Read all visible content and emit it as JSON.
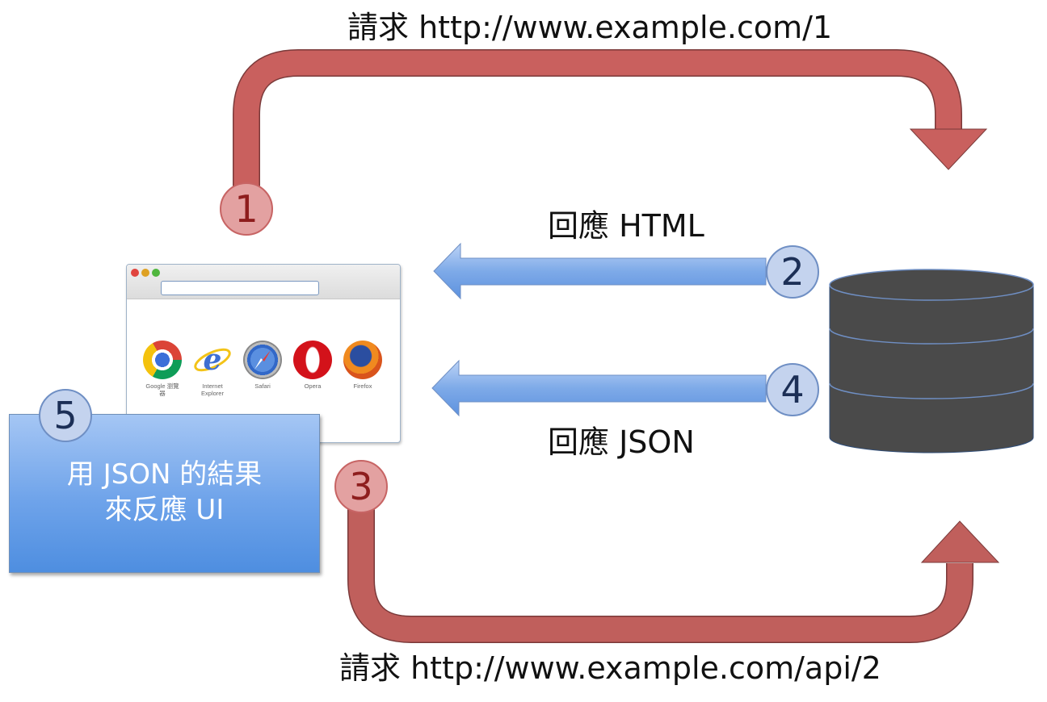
{
  "steps": {
    "step1": {
      "number": "1",
      "label": "請求 http://www.example.com/1"
    },
    "step2": {
      "number": "2",
      "label": "回應 HTML"
    },
    "step3": {
      "number": "3",
      "label": "請求 http://www.example.com/api/2"
    },
    "step4": {
      "number": "4",
      "label": "回應 JSON"
    },
    "step5": {
      "number": "5",
      "label_line1": "用 JSON 的結果",
      "label_line2": "來反應 UI"
    }
  },
  "browser_window": {
    "browsers": [
      {
        "name": "chrome-icon",
        "caption_line1": "Google 瀏覽",
        "caption_line2": "器"
      },
      {
        "name": "internet-explorer-icon",
        "caption_line1": "Internet",
        "caption_line2": "Explorer"
      },
      {
        "name": "safari-icon",
        "caption_line1": "Safari",
        "caption_line2": ""
      },
      {
        "name": "opera-icon",
        "caption_line1": "Opera",
        "caption_line2": ""
      },
      {
        "name": "firefox-icon",
        "caption_line1": "Firefox",
        "caption_line2": ""
      }
    ]
  },
  "colors": {
    "request_arrow": "#c9605e",
    "response_arrow": "#7aa6e6",
    "database": "#4a4a4a",
    "callout_top": "#a5c6f4",
    "callout_bottom": "#4e8ee0"
  }
}
